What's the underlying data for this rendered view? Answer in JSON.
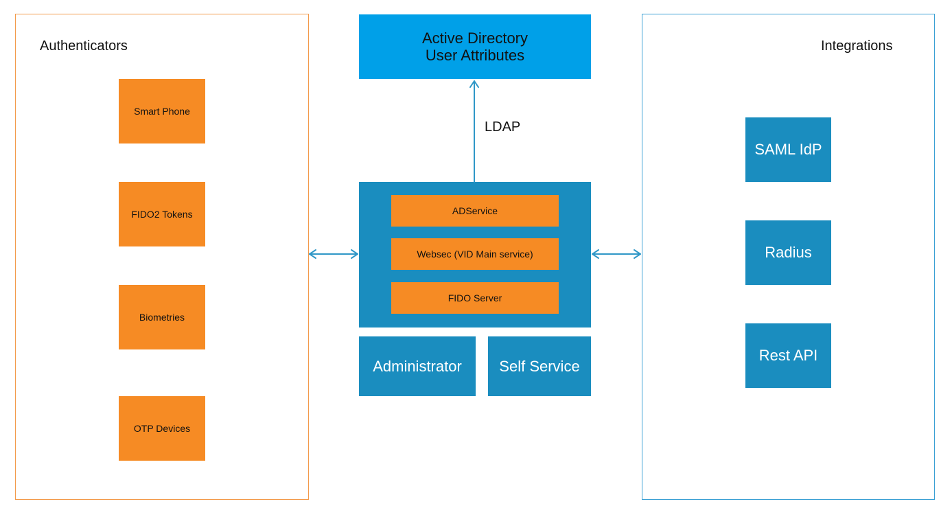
{
  "authenticators": {
    "title": "Authenticators",
    "items": [
      "Smart Phone",
      "FIDO2 Tokens",
      "Biometries",
      "OTP Devices"
    ]
  },
  "integrations": {
    "title": "Integrations",
    "items": [
      "SAML IdP",
      "Radius",
      "Rest API"
    ]
  },
  "directory": {
    "line1": "Active Directory",
    "line2": "User Attributes"
  },
  "connection_label": "LDAP",
  "core": {
    "services": [
      "ADService",
      "Websec (VID Main service)",
      "FIDO Server"
    ]
  },
  "portals": {
    "administrator": "Administrator",
    "self_service": "Self Service"
  },
  "colors": {
    "authenticator_fill": "#f68b24",
    "core_fill": "#1a8dbf",
    "directory_fill": "#00a0e8",
    "left_border": "#f39a4a",
    "right_border": "#3aa0d4",
    "connector": "#2f97c7"
  }
}
